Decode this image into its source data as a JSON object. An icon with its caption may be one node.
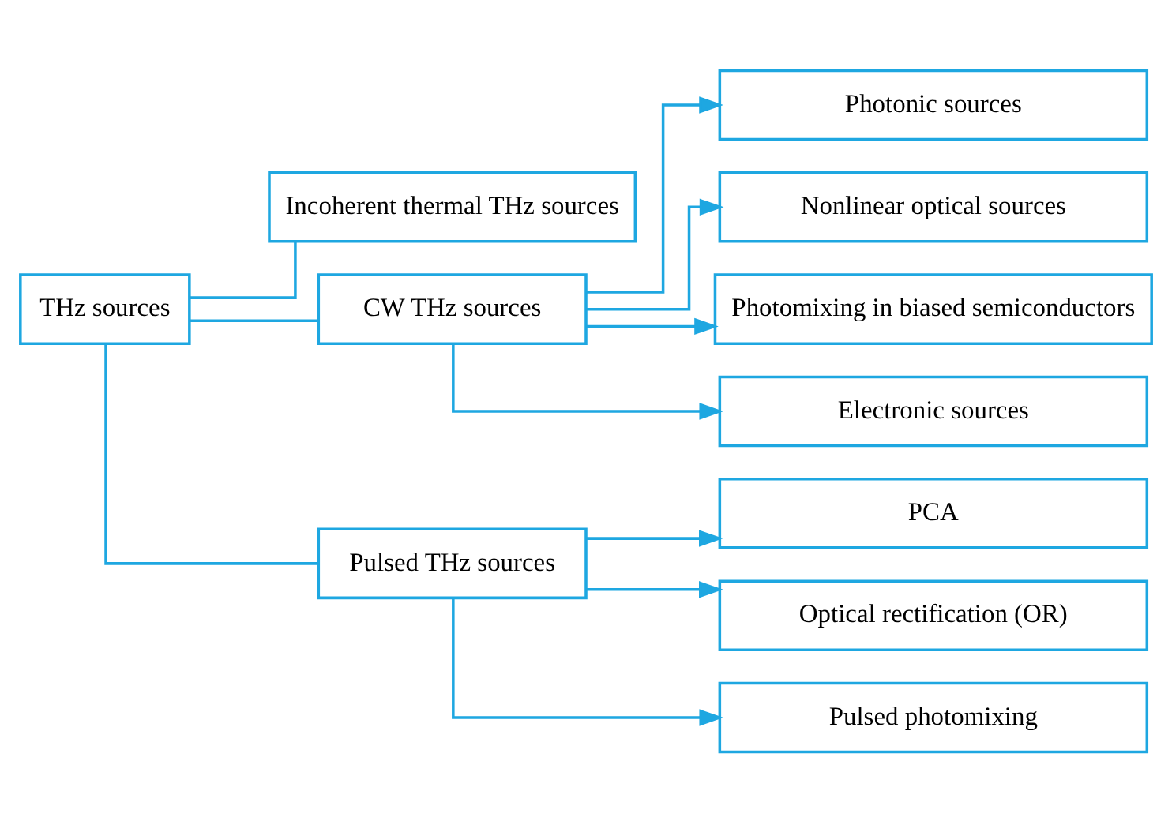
{
  "diagram": {
    "nodes": [
      {
        "text": [
          "THz sources"
        ]
      },
      {
        "text": [
          "Incoherent thermal THz sources"
        ]
      },
      {
        "text": [
          "CW THz sources"
        ]
      },
      {
        "text": [
          "Pulsed THz sources"
        ]
      },
      {
        "text": [
          "Photonic sources"
        ]
      },
      {
        "text": [
          "Nonlinear optical sources"
        ]
      },
      {
        "text": [
          "Photomixing in biased semiconductors"
        ]
      },
      {
        "text": [
          "Electronic sources"
        ]
      },
      {
        "text": [
          "PCA"
        ]
      },
      {
        "text": [
          "Optical rectification (OR)"
        ]
      },
      {
        "text": [
          "Pulsed photomixing"
        ]
      }
    ],
    "edges": [
      {
        "from": 0,
        "to": 1,
        "arrow": "none"
      },
      {
        "from": 0,
        "to": 2,
        "arrow": "none"
      },
      {
        "from": 0,
        "to": 3,
        "arrow": "none"
      },
      {
        "from": 2,
        "to": 4,
        "arrow": "to"
      },
      {
        "from": 2,
        "to": 5,
        "arrow": "to"
      },
      {
        "from": 2,
        "to": 6,
        "arrow": "to"
      },
      {
        "from": 2,
        "to": 7,
        "arrow": "to"
      },
      {
        "from": 3,
        "to": 8,
        "arrow": "to"
      },
      {
        "from": 3,
        "to": 9,
        "arrow": "to"
      },
      {
        "from": 3,
        "to": 10,
        "arrow": "to"
      }
    ]
  }
}
